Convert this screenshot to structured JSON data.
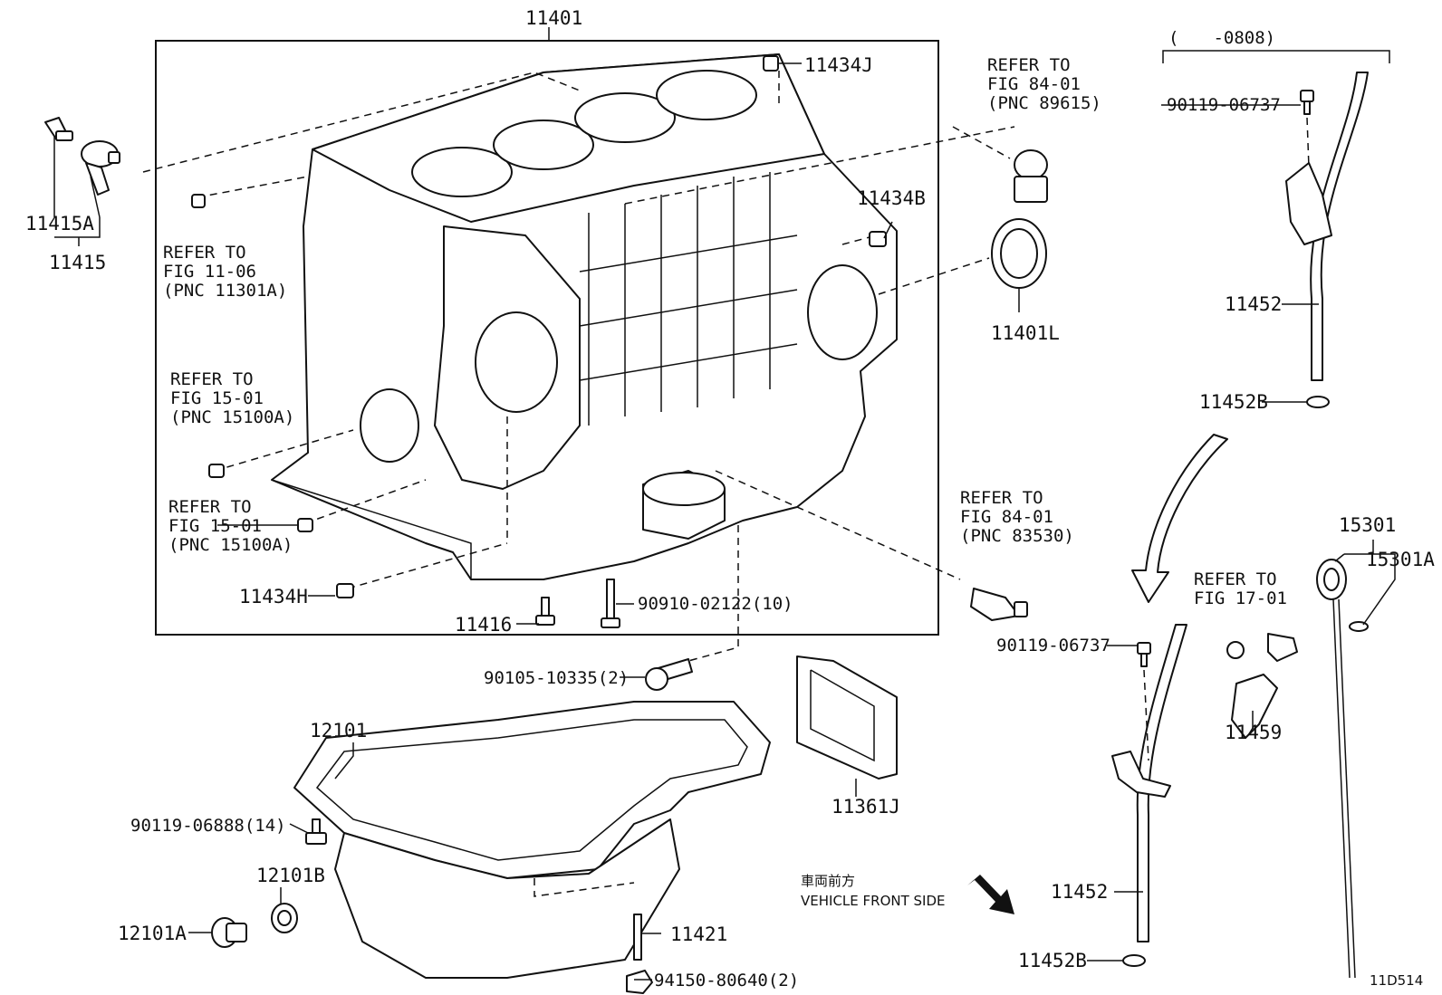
{
  "labels": {
    "l11401": "11401",
    "l11434J": "11434J",
    "l11415A": "11415A",
    "l11415": "11415",
    "l11434B": "11434B",
    "l11401L": "11401L",
    "l11434H": "11434H",
    "l11416": "11416",
    "l90910": "90910-02122(10)",
    "l90105": "90105-10335(2)",
    "l12101": "12101",
    "l90119_06888": "90119-06888(14)",
    "l12101B": "12101B",
    "l12101A": "12101A",
    "l11421": "11421",
    "l94150": "94150-80640(2)",
    "l11361J": "11361J",
    "l90119_06737_top": "90119-06737",
    "l11452_top": "11452",
    "l11452B_top": "11452B",
    "l90119_06737_bot": "90119-06737",
    "l11459": "11459",
    "l11452_bot": "11452",
    "l11452B_bot": "11452B",
    "l15301": "15301",
    "l15301A": "15301A",
    "date_range": "(　　-0808)",
    "diagram_id": "11D514"
  },
  "refs": {
    "r1_1": "REFER TO",
    "r1_2": "FIG 11-06",
    "r1_3": "(PNC 11301A)",
    "r2_1": "REFER TO",
    "r2_2": "FIG 15-01",
    "r2_3": "(PNC 15100A)",
    "r3_1": "REFER TO",
    "r3_2": "FIG 15-01",
    "r3_3": "(PNC 15100A)",
    "r4_1": "REFER TO",
    "r4_2": "FIG 84-01",
    "r4_3": "(PNC 89615)",
    "r5_1": "REFER TO",
    "r5_2": "FIG 84-01",
    "r5_3": "(PNC 83530)",
    "r6_1": "REFER TO",
    "r6_2": "FIG 17-01"
  },
  "front": {
    "jp": "車両前方",
    "en": "VEHICLE FRONT SIDE"
  }
}
